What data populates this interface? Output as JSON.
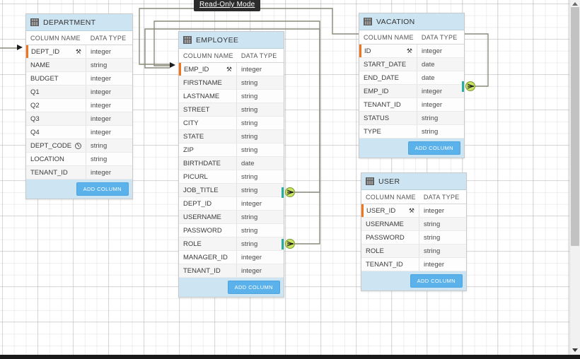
{
  "app": {
    "mode_badge": "Read-Only Mode",
    "accent_button": "#5bb1ea",
    "header_bg": "#cde5f2",
    "pk_marker_color": "#f0761e",
    "endpoint_bar_color": "#27b0a0",
    "endpoint_circle_color": "#c9e265",
    "wire_color": "#8b8a7a"
  },
  "column_headers": {
    "name": "COLUMN NAME",
    "type": "DATA TYPE"
  },
  "actions": {
    "add_column": "ADD COLUMN"
  },
  "entities": [
    {
      "name": "DEPARTMENT",
      "icon": "table-icon",
      "columns": [
        {
          "name": "DEPT_ID",
          "type": "integer",
          "key": "primary"
        },
        {
          "name": "NAME",
          "type": "string",
          "key": ""
        },
        {
          "name": "BUDGET",
          "type": "integer",
          "key": ""
        },
        {
          "name": "Q1",
          "type": "integer",
          "key": ""
        },
        {
          "name": "Q2",
          "type": "integer",
          "key": ""
        },
        {
          "name": "Q3",
          "type": "integer",
          "key": ""
        },
        {
          "name": "Q4",
          "type": "integer",
          "key": ""
        },
        {
          "name": "DEPT_CODE",
          "type": "string",
          "key": "index"
        },
        {
          "name": "LOCATION",
          "type": "string",
          "key": ""
        },
        {
          "name": "TENANT_ID",
          "type": "integer",
          "key": ""
        }
      ]
    },
    {
      "name": "EMPLOYEE",
      "icon": "table-icon",
      "columns": [
        {
          "name": "EMP_ID",
          "type": "integer",
          "key": "primary"
        },
        {
          "name": "FIRSTNAME",
          "type": "string",
          "key": ""
        },
        {
          "name": "LASTNAME",
          "type": "string",
          "key": ""
        },
        {
          "name": "STREET",
          "type": "string",
          "key": ""
        },
        {
          "name": "CITY",
          "type": "string",
          "key": ""
        },
        {
          "name": "STATE",
          "type": "string",
          "key": ""
        },
        {
          "name": "ZIP",
          "type": "string",
          "key": ""
        },
        {
          "name": "BIRTHDATE",
          "type": "date",
          "key": ""
        },
        {
          "name": "PICURL",
          "type": "string",
          "key": ""
        },
        {
          "name": "JOB_TITLE",
          "type": "string",
          "key": ""
        },
        {
          "name": "DEPT_ID",
          "type": "integer",
          "key": "foreign"
        },
        {
          "name": "USERNAME",
          "type": "string",
          "key": ""
        },
        {
          "name": "PASSWORD",
          "type": "string",
          "key": ""
        },
        {
          "name": "ROLE",
          "type": "string",
          "key": ""
        },
        {
          "name": "MANAGER_ID",
          "type": "integer",
          "key": "foreign"
        },
        {
          "name": "TENANT_ID",
          "type": "integer",
          "key": ""
        }
      ]
    },
    {
      "name": "VACATION",
      "icon": "table-icon",
      "columns": [
        {
          "name": "ID",
          "type": "integer",
          "key": "primary"
        },
        {
          "name": "START_DATE",
          "type": "date",
          "key": ""
        },
        {
          "name": "END_DATE",
          "type": "date",
          "key": ""
        },
        {
          "name": "EMP_ID",
          "type": "integer",
          "key": "foreign"
        },
        {
          "name": "TENANT_ID",
          "type": "integer",
          "key": ""
        },
        {
          "name": "STATUS",
          "type": "string",
          "key": ""
        },
        {
          "name": "TYPE",
          "type": "string",
          "key": ""
        }
      ]
    },
    {
      "name": "USER",
      "icon": "table-icon",
      "columns": [
        {
          "name": "USER_ID",
          "type": "integer",
          "key": "primary"
        },
        {
          "name": "USERNAME",
          "type": "string",
          "key": ""
        },
        {
          "name": "PASSWORD",
          "type": "string",
          "key": ""
        },
        {
          "name": "ROLE",
          "type": "string",
          "key": ""
        },
        {
          "name": "TENANT_ID",
          "type": "integer",
          "key": ""
        }
      ]
    }
  ],
  "relationships": [
    {
      "from": "EMPLOYEE.DEPT_ID",
      "to": "DEPARTMENT.DEPT_ID"
    },
    {
      "from": "EMPLOYEE.MANAGER_ID",
      "to": "EMPLOYEE.EMP_ID"
    },
    {
      "from": "VACATION.EMP_ID",
      "to": "EMPLOYEE.EMP_ID"
    }
  ]
}
